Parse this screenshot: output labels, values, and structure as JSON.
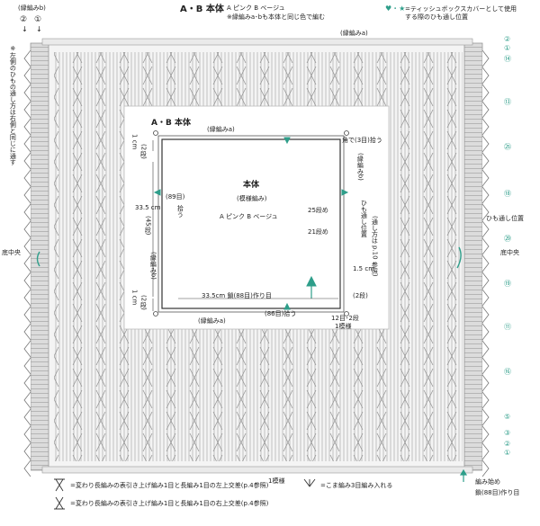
{
  "top": {
    "label_a": "(縁編みb)",
    "circles": [
      "②",
      "①"
    ],
    "title": "A・B 本体",
    "color_note": "A ピンク  B ベージュ",
    "edge_note": "※縁編みa･bも本体と同じ色で編む",
    "legend_symbol": "♥・★",
    "legend_text": "=ティッシュボックスカバーとして使用する際のひも通し位置"
  },
  "left_note": "※左側のひもの通し方は右側と同じに通す",
  "center_label_left": "底中央",
  "center_label_right": "底中央",
  "outer_edge_label": "(縁編みa)",
  "right_circles": [
    "②",
    "①",
    "⑭",
    "⑬",
    "㉕",
    "⑱",
    "㉙",
    "⑲",
    "⑪",
    "⑯",
    "⑤",
    "③",
    "②",
    "①"
  ],
  "tie_label": "ひも通し位置",
  "inner": {
    "title": "A・B 本体",
    "edge_top": "(縁編みa)",
    "body_label": "本体",
    "pattern_label": "(模様編み)",
    "color_note": "A ピンク  B ベージュ",
    "left_dim_top": "1 cm",
    "left_dim_top_rows": "(2段)",
    "left_dim_mid": "33.5 cm",
    "left_dim_mid_rows": "(45段)",
    "left_pickup": "(89目)",
    "left_pickup2": "拾う",
    "left_edge": "(縁編みb)",
    "left_dim_bot": "1 cm",
    "left_dim_bot_rows": "(2段)",
    "corner_note": "角で(3目)拾う",
    "right_edge": "(縁編みb)",
    "right_rows_25": "25段め",
    "right_rows_21": "21段め",
    "right_tie": "ひも通し位置",
    "right_tie_ref": "(通し方は p.10 参照)",
    "right_dim": "1.5 cm",
    "right_dim_rows": "(2段)",
    "bottom_dim": "33.5cm 鎖(88目)作り目",
    "bottom_edge": "(縁編みa)",
    "bottom_pickup": "(86目)拾う",
    "bottom_right_1": "12目･2段",
    "bottom_right_2": "1模様"
  },
  "bottom": {
    "one_pattern": "1模様",
    "legend1": "=変わり長編みの表引き上げ編み1目と長編み1目の左上交差(p.4参照)",
    "legend2": "=変わり長編みの表引き上げ編み1目と長編み1目の右上交差(p.4参照)",
    "legend3": "=こま編み3目編み入れる",
    "start_1": "編み始め",
    "start_2": "鎖(88目)作り目"
  }
}
